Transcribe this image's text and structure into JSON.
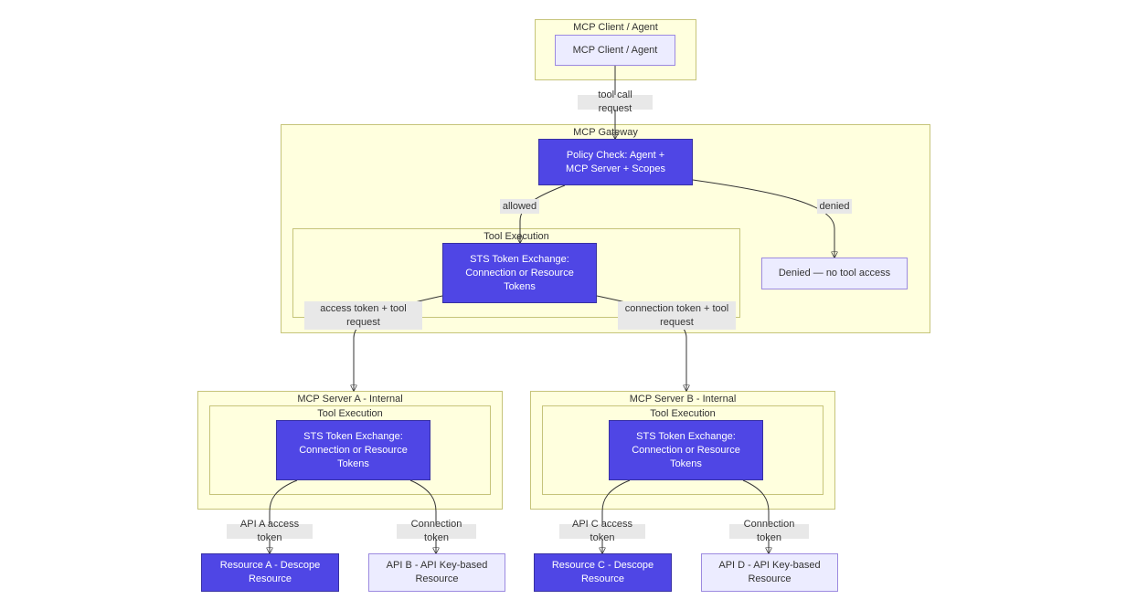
{
  "clusters": {
    "client": "MCP Client / Agent",
    "gateway": "MCP Gateway",
    "gateway_tool_exec": "Tool Execution",
    "server_a": "MCP Server A - Internal",
    "server_a_tool_exec": "Tool Execution",
    "server_b": "MCP Server B - Internal",
    "server_b_tool_exec": "Tool Execution"
  },
  "nodes": {
    "client": "MCP Client / Agent",
    "policy_check": "Policy Check: Agent + MCP Server + Scopes",
    "gateway_sts": "STS Token Exchange: Connection or Resource Tokens",
    "denied": "Denied — no tool access",
    "server_a_sts": "STS Token Exchange: Connection or Resource Tokens",
    "server_b_sts": "STS Token Exchange: Connection or Resource Tokens",
    "resource_a": "Resource A - Descope Resource",
    "api_b": "API B - API Key-based Resource",
    "resource_c": "Resource C - Descope Resource",
    "api_d": "API D - API Key-based Resource"
  },
  "edges": {
    "tool_call": "tool call request",
    "allowed": "allowed",
    "denied": "denied",
    "access_token": "access token + tool request",
    "connection_token": "connection token + tool request",
    "api_a_access": "API A access token",
    "connection_a": "Connection token",
    "api_c_access": "API C access token",
    "connection_b": "Connection token"
  },
  "colors": {
    "cluster_fill": "#ffffde",
    "cluster_border": "#c6c47a",
    "dark_node": "#4f46e5",
    "light_node": "#ececff",
    "edge_label_bg": "#e8e8e8"
  }
}
